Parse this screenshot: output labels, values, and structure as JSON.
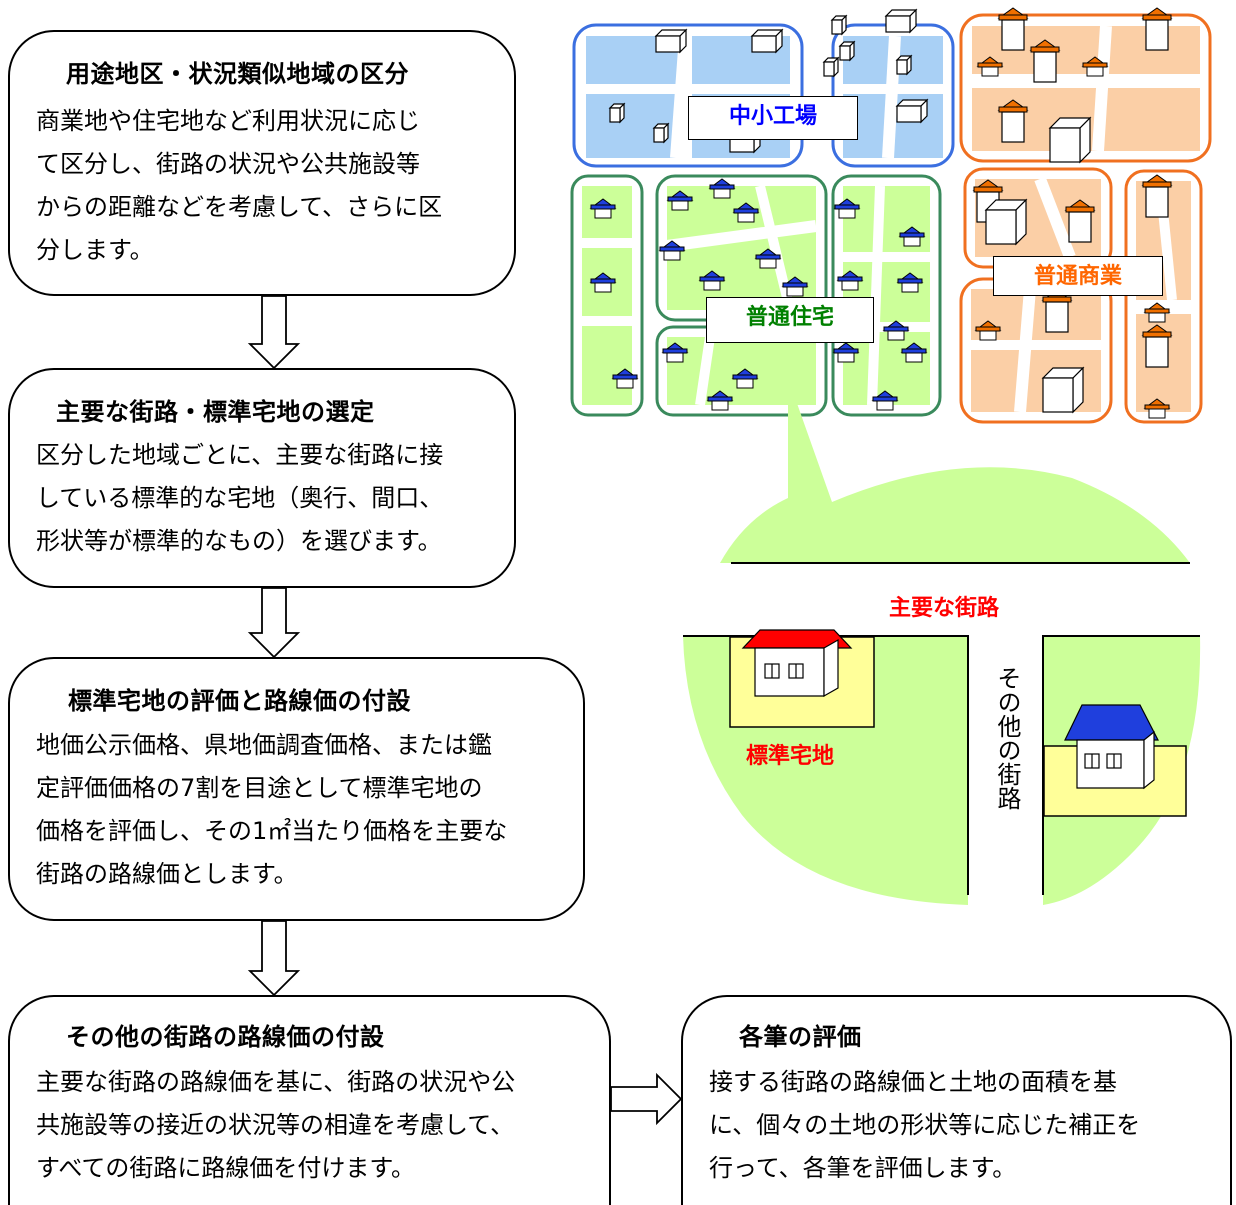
{
  "steps": [
    {
      "title": "用途地区・状況類似地域の区分",
      "text": "商業地や住宅地など利用状況に応じ\nて区分し、街路の状況や公共施設等\nからの距離などを考慮して、さらに区\n分します。"
    },
    {
      "title": "主要な街路・標準宅地の選定",
      "text": "区分した地域ごとに、主要な街路に接\nしている標準的な宅地（奥行、間口、\n形状等が標準的なもの）を選びます。"
    },
    {
      "title": "標準宅地の評価と路線価の付設",
      "text": "地価公示価格、県地価調査価格、または鑑\n定評価価格の7割を目途として標準宅地の\n価格を評価し、その1㎡当たり価格を主要な\n街路の路線価とします。"
    },
    {
      "title": "その他の街路の路線価の付設",
      "text": "主要な街路の路線価を基に、街路の状況や公\n共施設等の接近の状況等の相違を考慮して、\nすべての街路に路線価を付けます。"
    },
    {
      "title": "各筆の評価",
      "text": "接する街路の路線価と土地の面積を基\nに、個々の土地の形状等に応じた補正を\n行って、各筆を評価します。"
    }
  ],
  "map": {
    "zones": [
      {
        "label": "中小工場",
        "color": "#0000ff"
      },
      {
        "label": "普通住宅",
        "color": "#008000"
      },
      {
        "label": "普通商業",
        "color": "#ff6600"
      }
    ]
  },
  "detail": {
    "main_street": "主要な街路",
    "other_street": "その他の街路",
    "standard_lot": "標準宅地"
  },
  "colors": {
    "industrial_fill": "#a9d0f5",
    "industrial_border": "#3b6fe0",
    "residential_fill": "#ccff99",
    "residential_border": "#3a8a5c",
    "commercial_fill": "#fbcfa6",
    "commercial_border": "#f07020",
    "red_text": "#ff0000",
    "lot_fill": "#ffff99"
  }
}
